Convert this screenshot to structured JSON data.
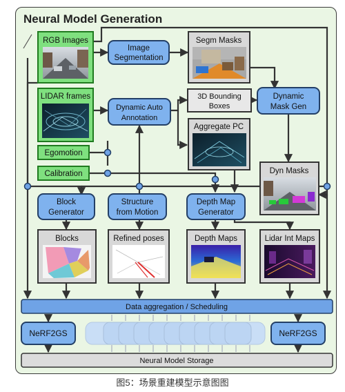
{
  "title": "Neural Model Generation",
  "inputs": {
    "rgb": "RGB Images",
    "lidar": "LIDAR frames",
    "ego": "Egomotion",
    "calib": "Calibration"
  },
  "process": {
    "imgseg": [
      "Image",
      "Segmentation"
    ],
    "dynanno": [
      "Dynamic Auto",
      "Annotation"
    ],
    "dynmask": [
      "Dynamic",
      "Mask Gen"
    ],
    "blockgen": [
      "Block",
      "Generator"
    ],
    "sfm": [
      "Structure",
      "from Motion"
    ],
    "depthgen": [
      "Depth Map",
      "Generator"
    ]
  },
  "outputs": {
    "segm": "Segm Masks",
    "bbox": [
      "3D Bounding",
      "Boxes"
    ],
    "aggpc": "Aggregate PC",
    "dynmasks": "Dyn Masks",
    "blocks": "Blocks",
    "poses": "Refined poses",
    "depth": "Depth Maps",
    "lidarint": "Lidar Int Maps"
  },
  "data_agg": "Data aggregation / Scheduling",
  "nerf_left": "NeRF2GS",
  "nerf_right": "NeRF2GS",
  "storage": "Neural Model Storage",
  "caption": "图5：场景重建模型示意图图",
  "colors": {
    "green_fill": "#7fe07f",
    "green_border": "#1f7a1f",
    "blue_fill": "#7fb2ee",
    "blue_border": "#233f66",
    "gray_fill": "#d8d8d8",
    "background": "#eaf6e4"
  }
}
